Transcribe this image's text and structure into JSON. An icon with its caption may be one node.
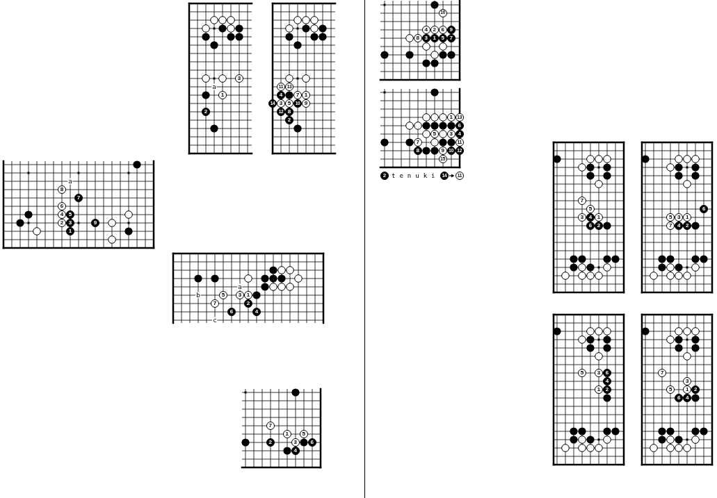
{
  "diagram": {
    "labels": [
      "3",
      "a",
      "1",
      "2",
      "11",
      "13",
      "4",
      "7",
      "1",
      "14",
      "3",
      "5",
      "10",
      "9",
      "12",
      "8",
      "2",
      "a",
      "8",
      "7",
      "6",
      "4",
      "5",
      "2",
      "3",
      "9",
      "1",
      "a",
      "b",
      "5",
      "3",
      "1",
      "7",
      "2",
      "6",
      "4",
      "c",
      "7",
      "1",
      "5",
      "2",
      "3",
      "6",
      "4",
      "10",
      "4",
      "2",
      "6",
      "9",
      "8",
      "3",
      "1",
      "5",
      "7",
      "1",
      "13",
      "6",
      "5",
      "3",
      "4",
      "7",
      "11",
      "8",
      "9",
      "10",
      "12",
      "15",
      "2",
      "tenuki",
      "14",
      "11",
      "7",
      "5",
      "3",
      "4",
      "1",
      "6",
      "2",
      "6",
      "5",
      "3",
      "1",
      "7",
      "4",
      "2",
      "5",
      "3",
      "6",
      "4",
      "1",
      "2",
      "7",
      "3",
      "5",
      "1",
      "2",
      "6",
      "4"
    ]
  }
}
